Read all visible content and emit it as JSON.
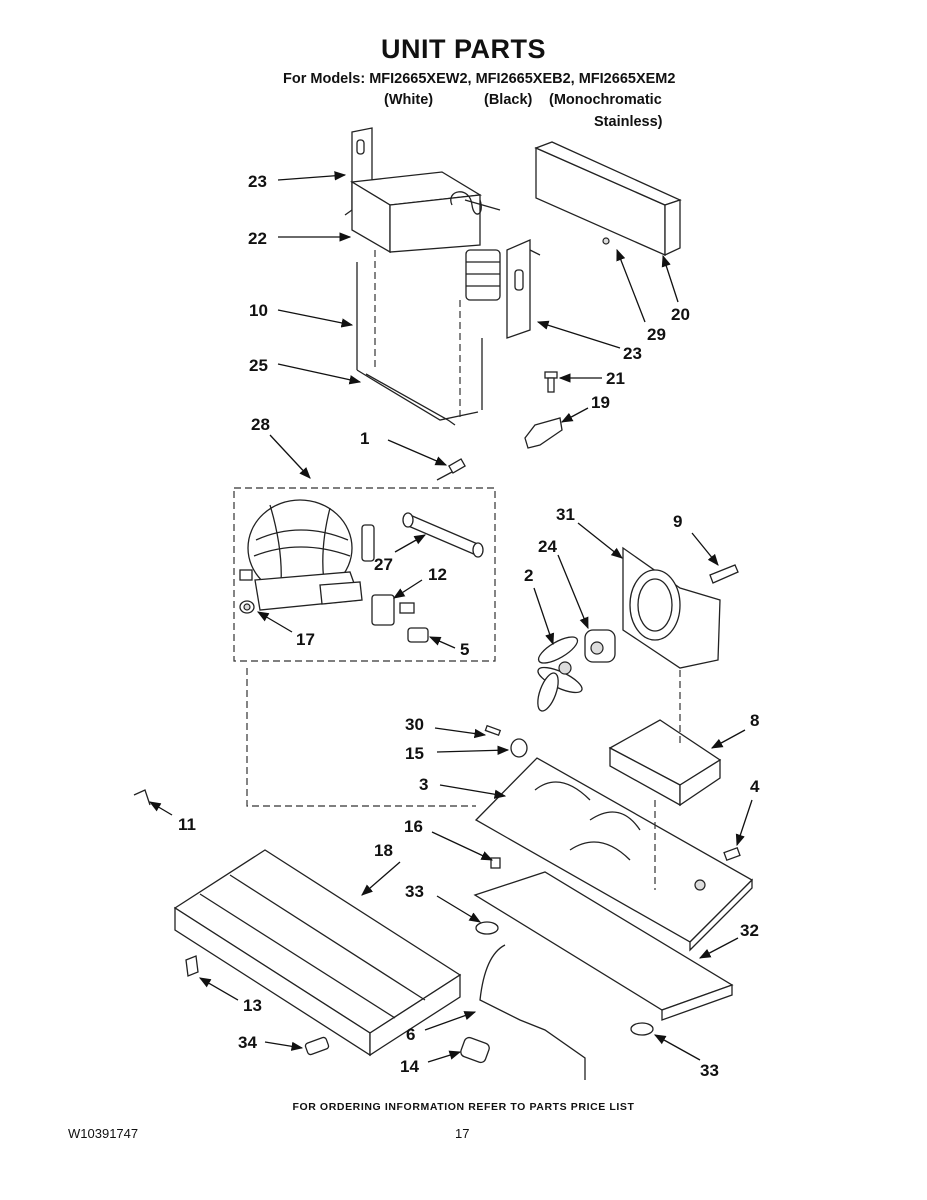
{
  "header": {
    "title": "UNIT PARTS",
    "models_line": "For Models: MFI2665XEW2, MFI2665XEB2, MFI2665XEM2",
    "finish_white": "(White)",
    "finish_black": "(Black)",
    "finish_mono": "(Monochromatic",
    "finish_mono_2": "Stainless)"
  },
  "callouts": {
    "c1": "1",
    "c2": "2",
    "c3": "3",
    "c4": "4",
    "c5": "5",
    "c6": "6",
    "c8": "8",
    "c9": "9",
    "c10": "10",
    "c11": "11",
    "c12": "12",
    "c13": "13",
    "c14": "14",
    "c15": "15",
    "c16": "16",
    "c17": "17",
    "c18": "18",
    "c19": "19",
    "c20": "20",
    "c21": "21",
    "c22": "22",
    "c23a": "23",
    "c23b": "23",
    "c24": "24",
    "c25": "25",
    "c27": "27",
    "c28": "28",
    "c29": "29",
    "c30": "30",
    "c31": "31",
    "c32": "32",
    "c33a": "33",
    "c33b": "33",
    "c34": "34"
  },
  "footer": {
    "note": "FOR ORDERING INFORMATION REFER TO PARTS PRICE LIST",
    "doc_id": "W10391747",
    "page": "17"
  }
}
